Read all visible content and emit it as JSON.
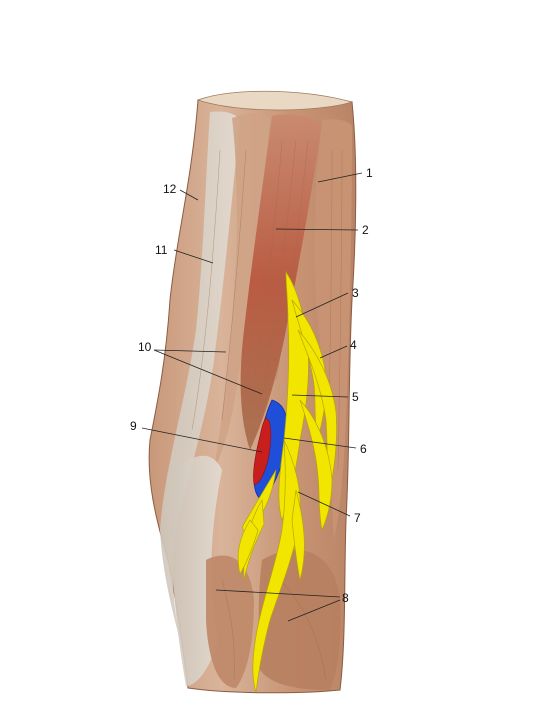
{
  "figure": {
    "labels": [
      "1",
      "2",
      "3",
      "4",
      "5",
      "6",
      "7",
      "8",
      "9",
      "10",
      "11",
      "12"
    ],
    "colors": {
      "background": "#ffffff",
      "muscle_light": "#d9b49a",
      "muscle_mid": "#c9987a",
      "muscle_dark": "#a8704f",
      "muscle_red": "#b8583f",
      "tendon": "#d8cfc4",
      "nerve": "#f2e600",
      "vein": "#1f4fd8",
      "artery": "#c81e1e",
      "leader": "#222222"
    }
  }
}
